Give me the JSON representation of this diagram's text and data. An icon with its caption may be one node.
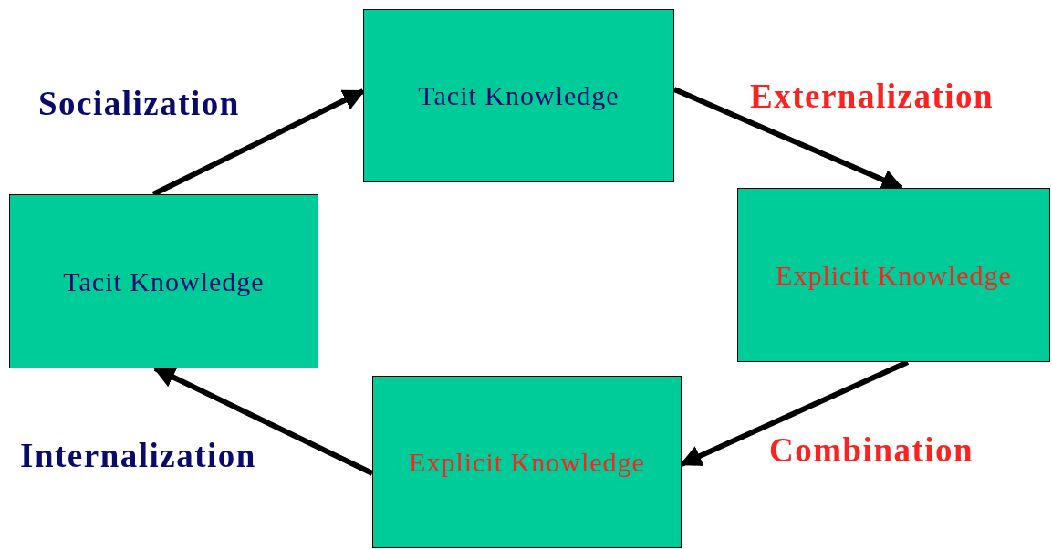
{
  "diagram": {
    "nodes": [
      {
        "text": [
          "Tacit Knowledge"
        ]
      },
      {
        "text": [
          "Tacit Knowledge"
        ]
      },
      {
        "text": [
          "Explicit Knowledge"
        ]
      },
      {
        "text": [
          "Explicit Knowledge"
        ]
      }
    ],
    "edges": [
      {
        "from": 1,
        "to": 0,
        "arrow": "to",
        "label": "Socialization"
      },
      {
        "from": 0,
        "to": 2,
        "arrow": "to",
        "label": "Externalization"
      },
      {
        "from": 2,
        "to": 3,
        "arrow": "to",
        "label": "Combination"
      },
      {
        "from": 3,
        "to": 1,
        "arrow": "to",
        "label": "Internalization"
      }
    ]
  }
}
